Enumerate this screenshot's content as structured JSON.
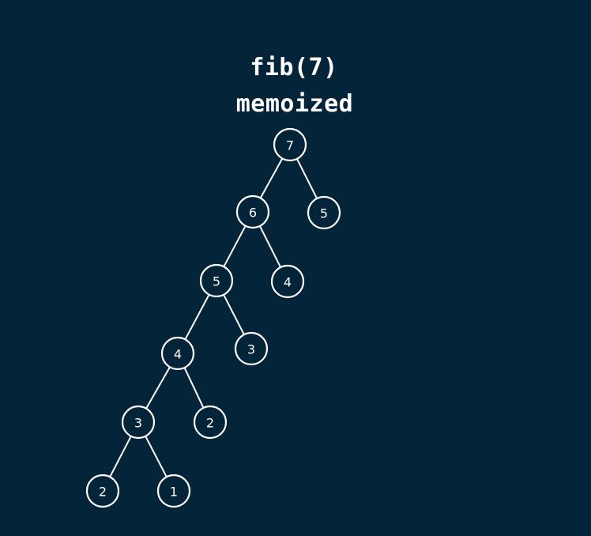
{
  "title": {
    "line1": "fib(7)",
    "line2": "memoized"
  },
  "tree": {
    "nodes": [
      {
        "id": "n7",
        "label": "7",
        "parent": null
      },
      {
        "id": "n6",
        "label": "6",
        "parent": "n7"
      },
      {
        "id": "n5r",
        "label": "5",
        "parent": "n7"
      },
      {
        "id": "n5",
        "label": "5",
        "parent": "n6"
      },
      {
        "id": "n4r",
        "label": "4",
        "parent": "n6"
      },
      {
        "id": "n4",
        "label": "4",
        "parent": "n5"
      },
      {
        "id": "n3r",
        "label": "3",
        "parent": "n5"
      },
      {
        "id": "n3",
        "label": "3",
        "parent": "n4"
      },
      {
        "id": "n2r",
        "label": "2",
        "parent": "n4"
      },
      {
        "id": "n2",
        "label": "2",
        "parent": "n3"
      },
      {
        "id": "n1",
        "label": "1",
        "parent": "n3"
      }
    ]
  },
  "colors": {
    "background": "#04243a",
    "foreground": "#ffffff"
  }
}
